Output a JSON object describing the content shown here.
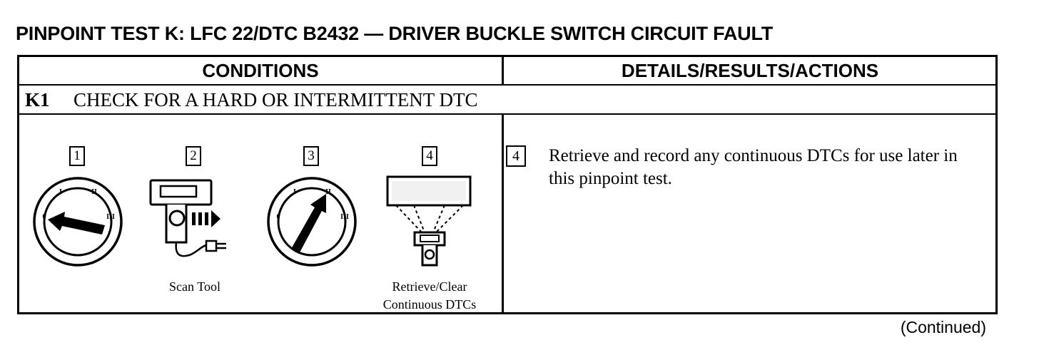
{
  "title": "PINPOINT TEST K: LFC 22/DTC B2432 — DRIVER BUCKLE SWITCH CIRCUIT FAULT",
  "headers": {
    "conditions": "CONDITIONS",
    "details": "DETAILS/RESULTS/ACTIONS"
  },
  "step": {
    "id": "K1",
    "title": "CHECK FOR A HARD OR INTERMITTENT DTC"
  },
  "figures": [
    {
      "number": "1",
      "icon": "ignition-switch-off-icon",
      "caption": ""
    },
    {
      "number": "2",
      "icon": "scan-tool-connect-icon",
      "caption": "Scan Tool"
    },
    {
      "number": "3",
      "icon": "ignition-switch-run-icon",
      "caption": ""
    },
    {
      "number": "4",
      "icon": "scan-tool-display-icon",
      "caption_line1": "Retrieve/Clear",
      "caption_line2": "Continuous DTCs"
    }
  ],
  "ignition_marks": [
    "0",
    "I",
    "II",
    "III"
  ],
  "action": {
    "number": "4",
    "text": "Retrieve and record any continuous DTCs for use later in this pinpoint test."
  },
  "continued": "(Continued)"
}
